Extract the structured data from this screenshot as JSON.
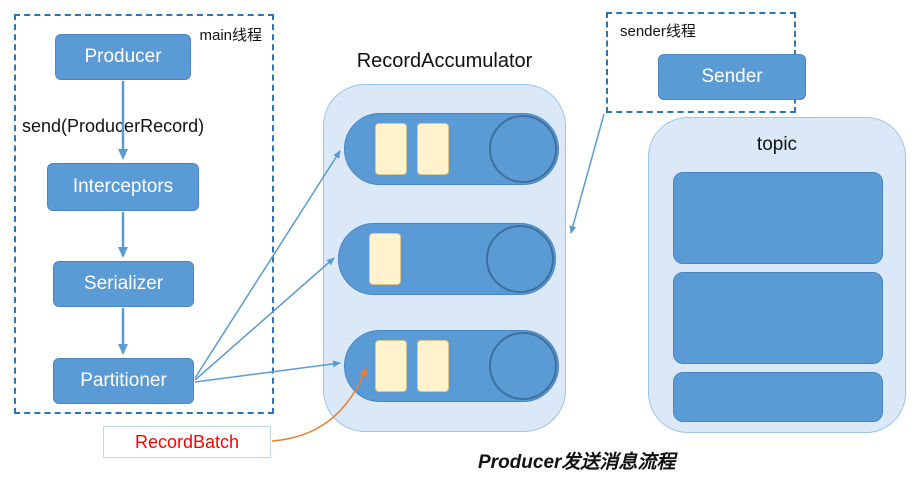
{
  "caption": "Producer发送消息流程",
  "main_thread": {
    "label": "main线程",
    "producer": "Producer",
    "send_label": "send(ProducerRecord)",
    "interceptors": "Interceptors",
    "serializer": "Serializer",
    "partitioner": "Partitioner"
  },
  "accumulator": {
    "title": "RecordAccumulator",
    "queues": [
      {
        "batches": 2
      },
      {
        "batches": 1
      },
      {
        "batches": 2
      }
    ],
    "record_batch_label": "RecordBatch"
  },
  "sender_thread": {
    "label": "sender线程",
    "sender": "Sender"
  },
  "topic": {
    "label": "topic",
    "partitions": 3
  },
  "colors": {
    "node_blue": "#5b9bd5",
    "container_light_blue": "#dbe8f7",
    "batch_cream": "#fff2cc",
    "dashed_border_blue": "#2e74b5",
    "record_batch_red": "#ff0000",
    "orange_arrow": "#ed7d31",
    "text_black": "#111111"
  }
}
